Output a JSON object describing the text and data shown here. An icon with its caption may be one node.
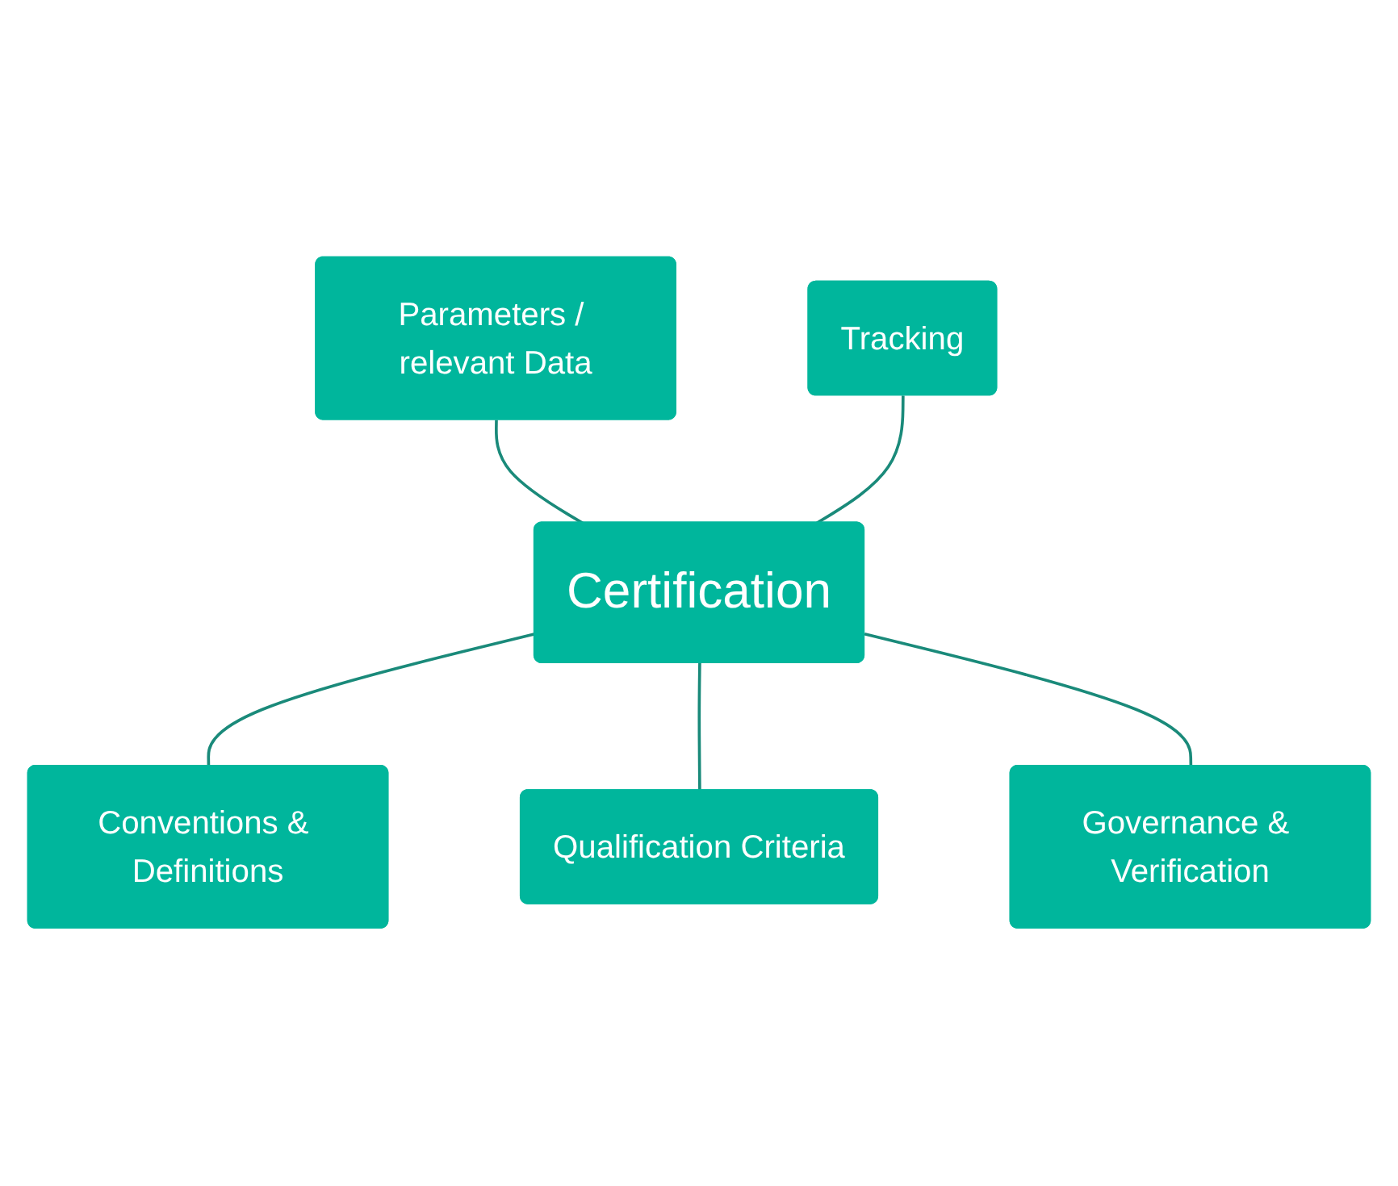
{
  "diagram": {
    "nodes": [
      {
        "text": [
          "Parameters / relevant Data"
        ]
      },
      {
        "text": [
          "Tracking"
        ]
      },
      {
        "text": [
          "Certification"
        ]
      },
      {
        "text": [
          "Conventions & Definitions"
        ]
      },
      {
        "text": [
          "Qualification Criteria"
        ]
      },
      {
        "text": [
          "Governance & Verification"
        ]
      }
    ],
    "edges": [
      {
        "from": 0,
        "to": 2,
        "arrow": "none"
      },
      {
        "from": 1,
        "to": 2,
        "arrow": "none"
      },
      {
        "from": 2,
        "to": 3,
        "arrow": "none"
      },
      {
        "from": 2,
        "to": 4,
        "arrow": "none"
      },
      {
        "from": 2,
        "to": 5,
        "arrow": "none"
      }
    ]
  }
}
